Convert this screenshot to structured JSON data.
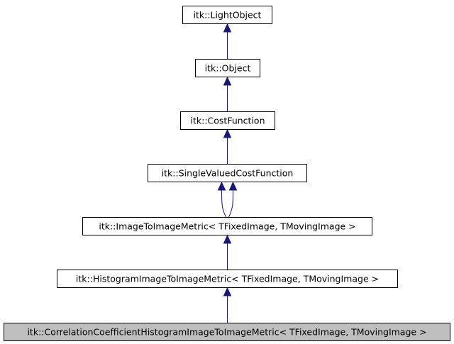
{
  "diagram": {
    "colors": {
      "edge": "#191970",
      "node_fill": "#ffffff",
      "current_fill": "#bfbfbf",
      "border": "#000000"
    },
    "nodes": [
      {
        "id": "lightobject",
        "label": "itk::LightObject",
        "current": false
      },
      {
        "id": "object",
        "label": "itk::Object",
        "current": false
      },
      {
        "id": "costfunction",
        "label": "itk::CostFunction",
        "current": false
      },
      {
        "id": "singlevalued",
        "label": "itk::SingleValuedCostFunction",
        "current": false
      },
      {
        "id": "imagetoimage",
        "label": "itk::ImageToImageMetric< TFixedImage, TMovingImage >",
        "current": false
      },
      {
        "id": "histogram",
        "label": "itk::HistogramImageToImageMetric< TFixedImage, TMovingImage >",
        "current": false
      },
      {
        "id": "correlation",
        "label": "itk::CorrelationCoefficientHistogramImageToImageMetric< TFixedImage, TMovingImage >",
        "current": true
      }
    ],
    "edges": [
      {
        "from": "object",
        "to": "lightobject"
      },
      {
        "from": "costfunction",
        "to": "object"
      },
      {
        "from": "singlevalued",
        "to": "costfunction"
      },
      {
        "from": "imagetoimage",
        "to": "singlevalued",
        "double": true
      },
      {
        "from": "histogram",
        "to": "imagetoimage"
      },
      {
        "from": "correlation",
        "to": "histogram"
      }
    ]
  }
}
